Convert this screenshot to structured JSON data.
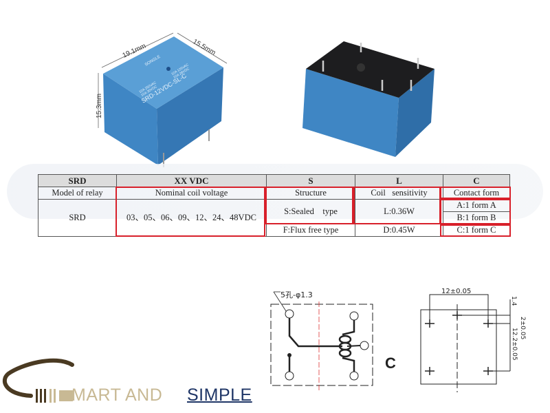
{
  "product": {
    "dimensions": {
      "width": "19.1mm",
      "depth": "15.5mm",
      "height": "15.3mm"
    },
    "relay_marking": {
      "brand": "SONGLE",
      "model": "SRD-12VDC-SL-C",
      "rating1": "10A 250VAC",
      "rating2": "10A 30VDC",
      "rating3": "10A 125VAC",
      "rating4": "10A 28VDC"
    },
    "colors": {
      "relay_blue": "#3f86c4",
      "highlight_red": "#d8202a",
      "logo_tan": "#c8b994",
      "logo_navy": "#1e3566"
    }
  },
  "table": {
    "header": [
      "SRD",
      "XX VDC",
      "S",
      "L",
      "C"
    ],
    "labels": [
      "Model of relay",
      "Nominal coil voltage",
      "Structure",
      "Coil   sensitivity",
      "Contact form"
    ],
    "model": "SRD",
    "voltages": "03、05、06、09、12、24、48VDC",
    "structure": [
      "S:Sealed    type",
      "F:Flux free type"
    ],
    "sensitivity": [
      "L:0.36W",
      "D:0.45W"
    ],
    "contact": [
      "A:1 form A",
      "B:1 form B",
      "C:1 form C"
    ]
  },
  "diagram": {
    "hole_label": "5孔-φ1.3",
    "contact_form_label": "C",
    "dim_top": "12±0.05",
    "dim_right_1": "1.4",
    "dim_right_2": "2±0.05",
    "dim_right_3": "12.2±0.05"
  },
  "logo": {
    "part1": "MART AND",
    "part2": "SIMPLE"
  }
}
